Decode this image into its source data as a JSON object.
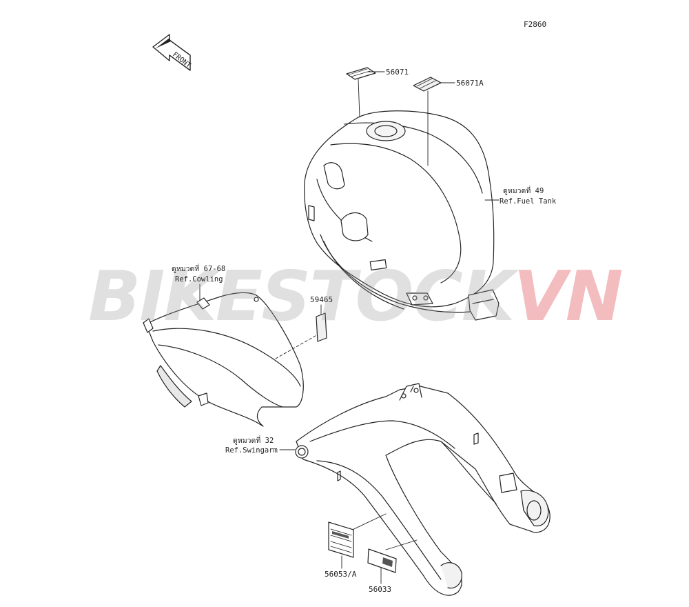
{
  "figure_id": "F2860",
  "front_label": "FRONT",
  "parts": {
    "p56071": "56071",
    "p56071a": "56071A",
    "p59465": "59465",
    "p56053": "56053/A",
    "p56033": "56033"
  },
  "refs": {
    "fuel_tank": {
      "thai": "ดูหมวดที่ 49",
      "en": "Ref.Fuel Tank"
    },
    "cowling": {
      "thai": "ดูหมวดที่ 67-68",
      "en": "Ref.Cowling"
    },
    "swingarm": {
      "thai": "ดูหมวดที่ 32",
      "en": "Ref.Swingarm"
    }
  },
  "watermark": {
    "part_a": "BIKESTOCK",
    "part_b": "VN"
  }
}
